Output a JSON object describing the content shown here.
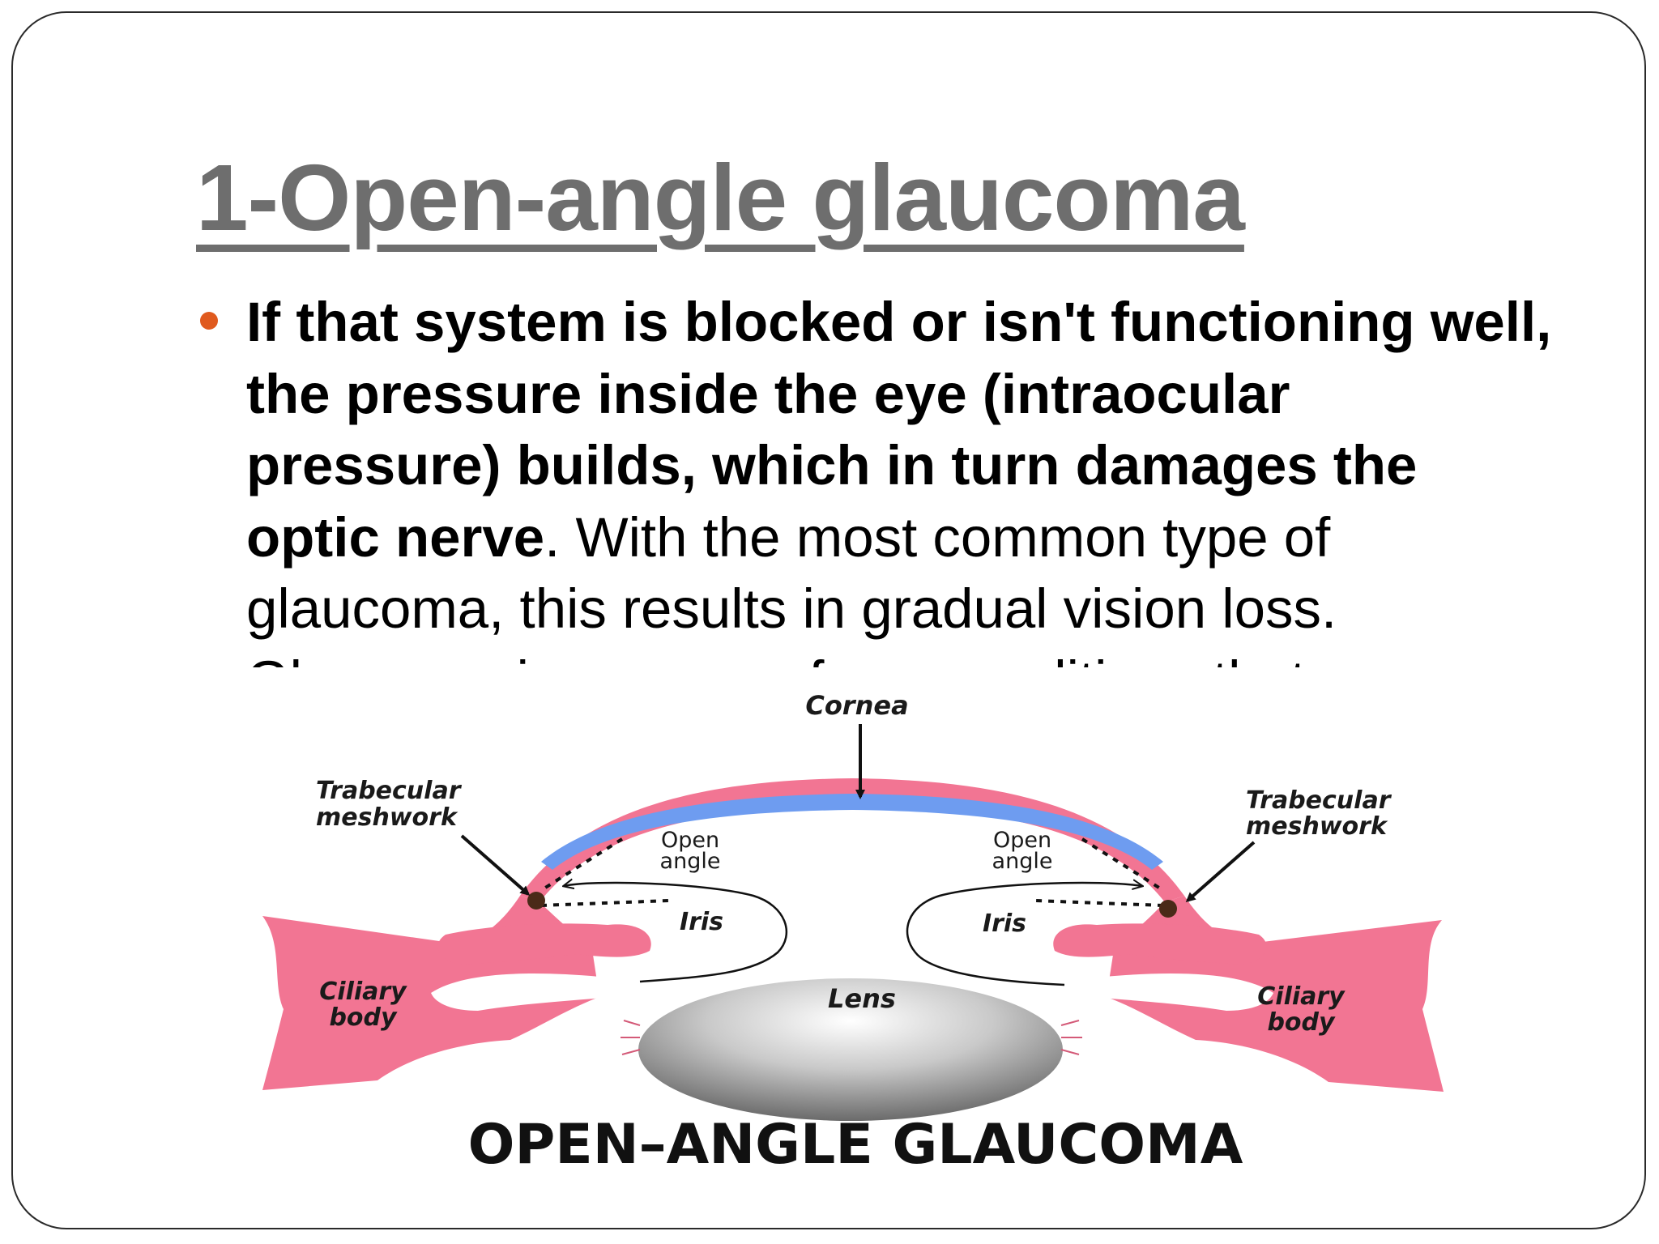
{
  "slide": {
    "title": "1-Open-angle glaucoma",
    "bullet": {
      "bold_text": "If that system is blocked or isn't functioning well, the pressure inside the eye (intraocular pressure) builds, which in turn damages the optic nerve",
      "normal_text": ". With the most common type of glaucoma, this results in gradual vision loss. Glaucoma is a group of eye conditions that"
    }
  },
  "diagram": {
    "labels": {
      "cornea": "Cornea",
      "trabecular_left_1": "Trabecular",
      "trabecular_left_2": "meshwork",
      "trabecular_right_1": "Trabecular",
      "trabecular_right_2": "meshwork",
      "open_angle_left_1": "Open",
      "open_angle_left_2": "angle",
      "open_angle_right_1": "Open",
      "open_angle_right_2": "angle",
      "iris_left": "Iris",
      "iris_right": "Iris",
      "ciliary_left_1": "Ciliary",
      "ciliary_left_2": "body",
      "ciliary_right_1": "Ciliary",
      "ciliary_right_2": "body",
      "lens": "Lens"
    },
    "caption": "OPEN–ANGLE GLAUCOMA",
    "colors": {
      "tissue": "#f27593",
      "cornea_inner": "#6e9cf0",
      "lens": "#9a9a9a",
      "meshwork": "#4a2a18"
    }
  }
}
